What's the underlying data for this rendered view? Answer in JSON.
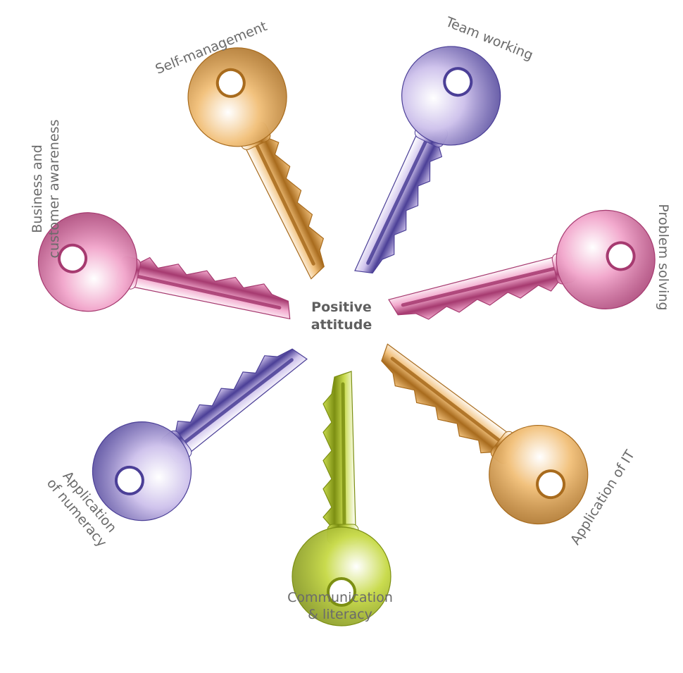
{
  "center": {
    "line1": "Positive",
    "line2": "attitude"
  },
  "keys": [
    {
      "id": "self-management",
      "lines": [
        "Self-management"
      ],
      "color": "#f2c27e",
      "dark": "#a86b1d"
    },
    {
      "id": "team-working",
      "lines": [
        "Team working"
      ],
      "color": "#cfc3ec",
      "dark": "#4b3f97"
    },
    {
      "id": "problem-solving",
      "lines": [
        "Problem solving"
      ],
      "color": "#f2a9cd",
      "dark": "#a63a70"
    },
    {
      "id": "application-of-it",
      "lines": [
        "Application of IT"
      ],
      "color": "#f2c27e",
      "dark": "#a86b1d"
    },
    {
      "id": "communication-literacy",
      "lines": [
        "Communication",
        "& literacy"
      ],
      "color": "#c9db4e",
      "dark": "#7c8f12"
    },
    {
      "id": "application-of-numeracy",
      "lines": [
        "Application",
        "of numeracy"
      ],
      "color": "#cfc3ec",
      "dark": "#4b3f97"
    },
    {
      "id": "business-customer-awareness",
      "lines": [
        "Business and",
        "customer awareness"
      ],
      "color": "#f2a9cd",
      "dark": "#a63a70"
    }
  ]
}
